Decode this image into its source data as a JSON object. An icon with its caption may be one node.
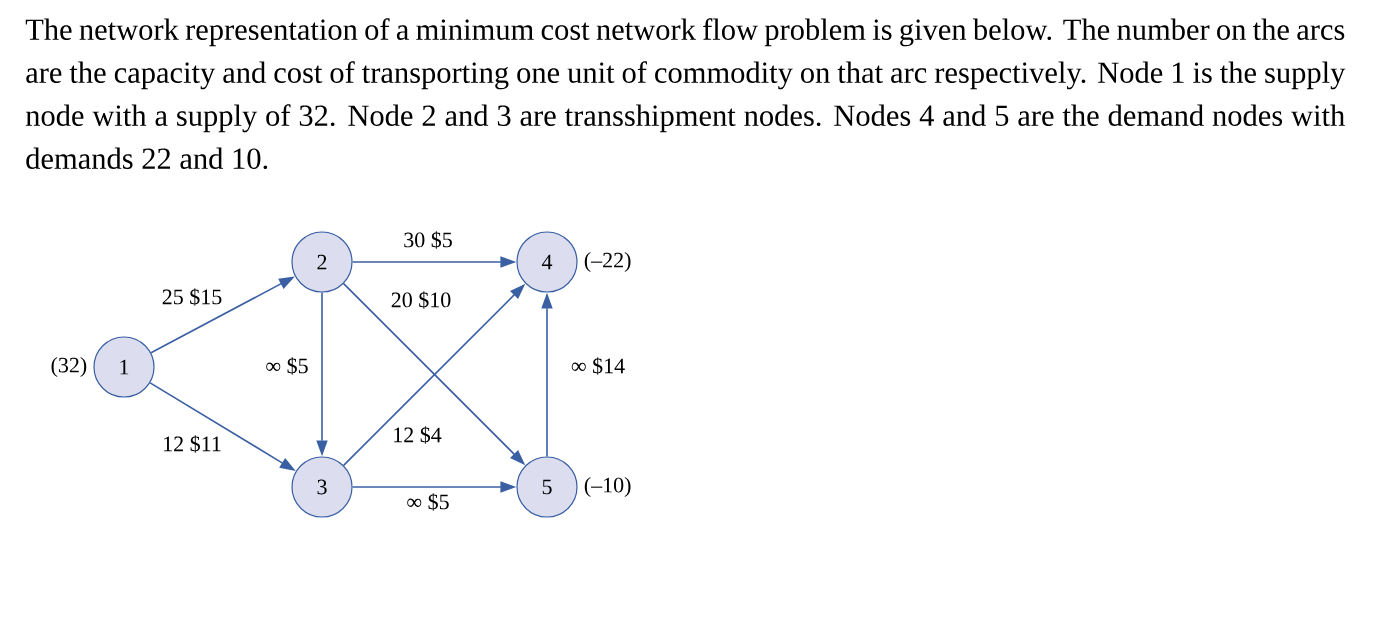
{
  "diagram": {
    "title": "The network representation of a minimum cost network flow problem is given below. The number on the arcs are the capacity and cost of transporting one unit of commodity on that arc respectively. Node 1 is the supply node with a supply of 32. Node 2 and 3 are transshipment nodes. Nodes 4 and 5 are the demand nodes with demands 22 and 10.",
    "nodes": [
      {
        "text": [
          "1"
        ],
        "beside": [
          "(32)"
        ]
      },
      {
        "text": [
          "2"
        ]
      },
      {
        "text": [
          "3"
        ]
      },
      {
        "text": [
          "4"
        ],
        "beside": [
          "(–22)"
        ]
      },
      {
        "text": [
          "5"
        ],
        "beside": [
          "(–10)"
        ]
      }
    ],
    "edges": [
      {
        "from": 0,
        "to": 1,
        "arrow": "to",
        "label": "25 $15"
      },
      {
        "from": 0,
        "to": 2,
        "arrow": "to",
        "label": "12 $11"
      },
      {
        "from": 1,
        "to": 3,
        "arrow": "to",
        "label": "30 $5"
      },
      {
        "from": 1,
        "to": 4,
        "arrow": "to",
        "label": "20 $10"
      },
      {
        "from": 1,
        "to": 2,
        "arrow": "to",
        "label": "∞ $5"
      },
      {
        "from": 2,
        "to": 3,
        "arrow": "to",
        "label": "12 $4"
      },
      {
        "from": 2,
        "to": 4,
        "arrow": "to",
        "label": "∞ $5"
      },
      {
        "from": 4,
        "to": 3,
        "arrow": "to",
        "label": "∞ $14"
      }
    ]
  }
}
